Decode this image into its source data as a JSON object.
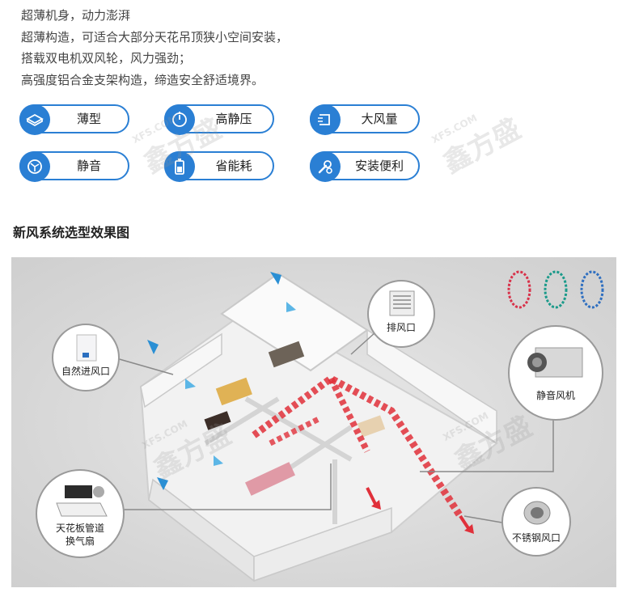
{
  "intro_lines": [
    "超薄机身，动力澎湃",
    "超薄构造，可适合大部分天花吊顶狭小空间安装，",
    "搭载双电机双风轮，风力强劲；",
    "高强度铝合金支架构造，缔造安全舒适境界。"
  ],
  "features": [
    {
      "label": "薄型",
      "icon": "thin-box-icon"
    },
    {
      "label": "高静压",
      "icon": "pressure-gauge-icon"
    },
    {
      "label": "大风量",
      "icon": "airflow-icon"
    },
    {
      "label": "静音",
      "icon": "quiet-fan-icon"
    },
    {
      "label": "省能耗",
      "icon": "battery-icon"
    },
    {
      "label": "安装便利",
      "icon": "wrench-gear-icon"
    }
  ],
  "section_title": "新风系统选型效果图",
  "callouts": {
    "natural_inlet": "自然进风口",
    "exhaust_outlet": "排风口",
    "silent_fan": "静音风机",
    "ceiling_fan_line1": "天花板管道",
    "ceiling_fan_line2": "换气扇",
    "steel_outlet": "不锈钢风口"
  },
  "watermark": {
    "brand": "鑫方盛",
    "domain": "XFS.COM"
  },
  "colors": {
    "accent": "#2a7fd4",
    "duct": "#e0303a",
    "fingerprints": [
      "#d8324a",
      "#1a9a8a",
      "#2f6fc0"
    ]
  }
}
